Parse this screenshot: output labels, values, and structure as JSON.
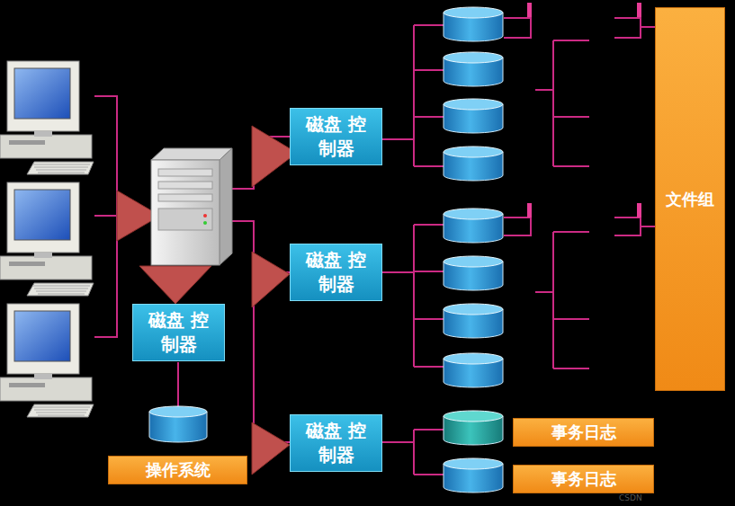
{
  "diagram": {
    "nodes": [
      {
        "text": [
          "磁盘 控制器"
        ]
      },
      {
        "text": [
          "文件组"
        ]
      },
      {
        "text": [
          "磁盘 控制器"
        ]
      },
      {
        "text": [
          "磁盘 控制器"
        ]
      },
      {
        "text": [
          "磁盘 控制器"
        ]
      },
      {
        "text": [
          "事务日志"
        ]
      },
      {
        "text": [
          "操作系统"
        ]
      },
      {
        "text": [
          "事务日志"
        ]
      }
    ],
    "labels": [
      "CSDN"
    ]
  }
}
